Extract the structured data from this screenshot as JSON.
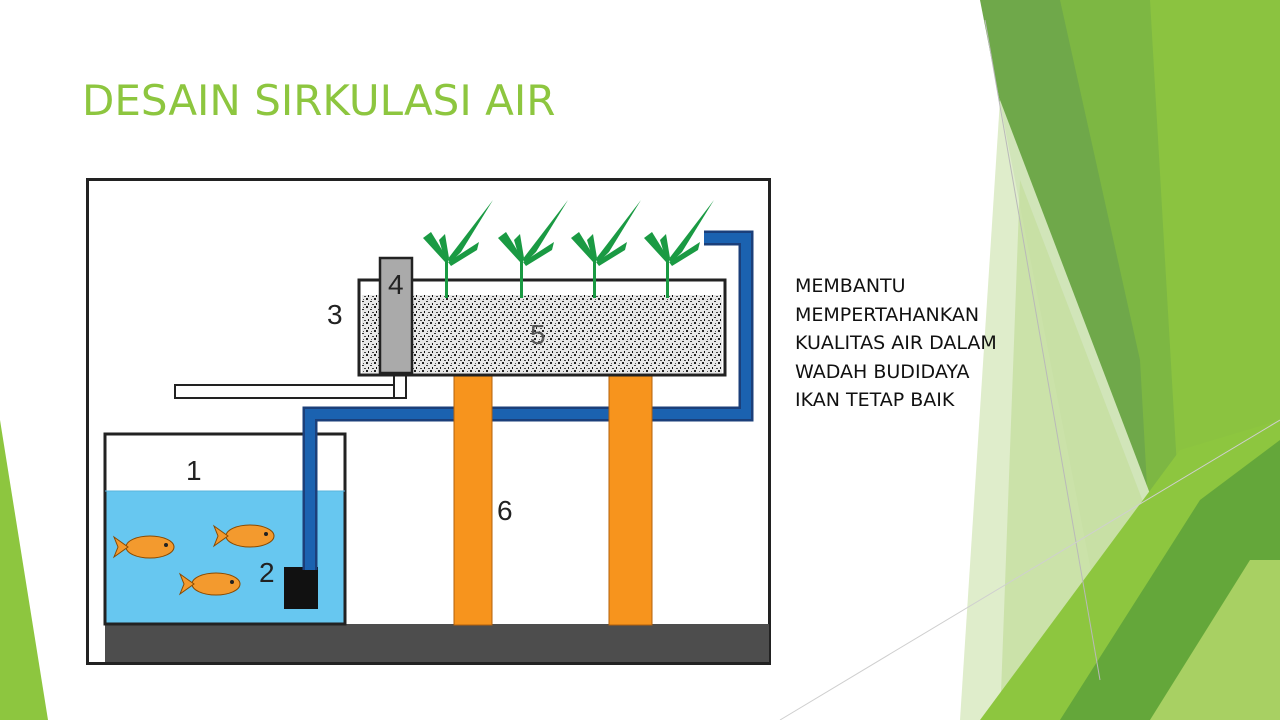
{
  "slide": {
    "title": "DESAIN SIRKULASI AIR",
    "description_lines": [
      "MEMBANTU",
      "MEMPERTAHANKAN",
      "KUALITAS AIR DALAM",
      "WADAH BUDIDAYA",
      "IKAN TETAP BAIK"
    ]
  },
  "diagram": {
    "labels": {
      "fish_tank": "1",
      "pump": "2",
      "grow_bed": "3",
      "filter": "4",
      "media": "5",
      "support": "6"
    },
    "colors": {
      "water": "#67C7F0",
      "pipe": "#1B62B0",
      "support": "#F7941D",
      "base": "#4D4D4D",
      "plant": "#1A9A43",
      "fish": "#F39A2E",
      "filter": "#AAAAAA"
    }
  },
  "theme": {
    "accent": "#8DC63F",
    "accent_dark": "#5E9B3A"
  }
}
